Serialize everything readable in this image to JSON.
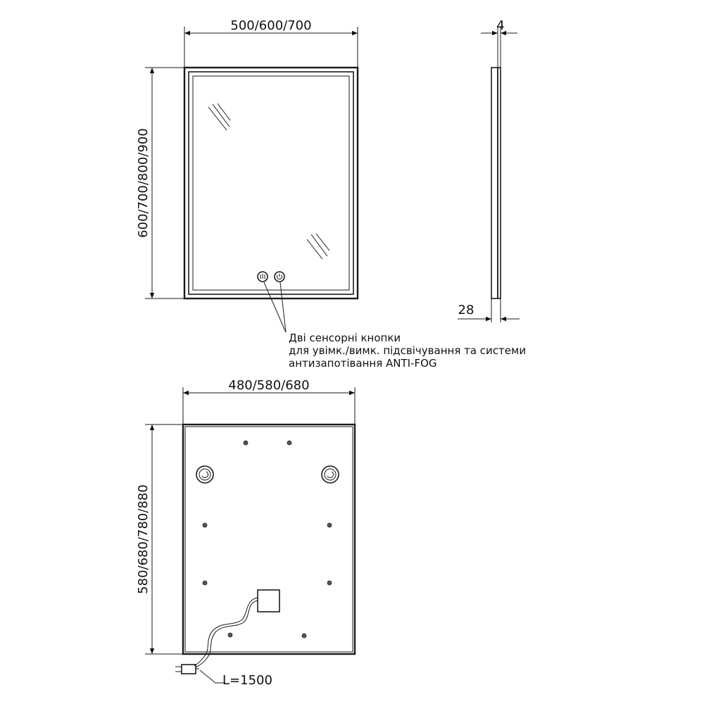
{
  "front_view": {
    "width_dim": "500/600/700",
    "height_dim": "600/700/800/900"
  },
  "side_view": {
    "thickness_top": "4",
    "thickness_bottom": "28"
  },
  "callout": {
    "line1": "Дві сенсорні кнопки",
    "line2": "для увімк./вимк. підсвічування та системи",
    "line3": "антизапотівання ANTI-FOG"
  },
  "back_view": {
    "width_dim": "480/580/680",
    "height_dim": "580/680/780/880",
    "cable_length": "L=1500"
  },
  "icons": {
    "antifog_button": "antifog-icon",
    "power_button": "power-icon",
    "plug": "plug-icon"
  }
}
